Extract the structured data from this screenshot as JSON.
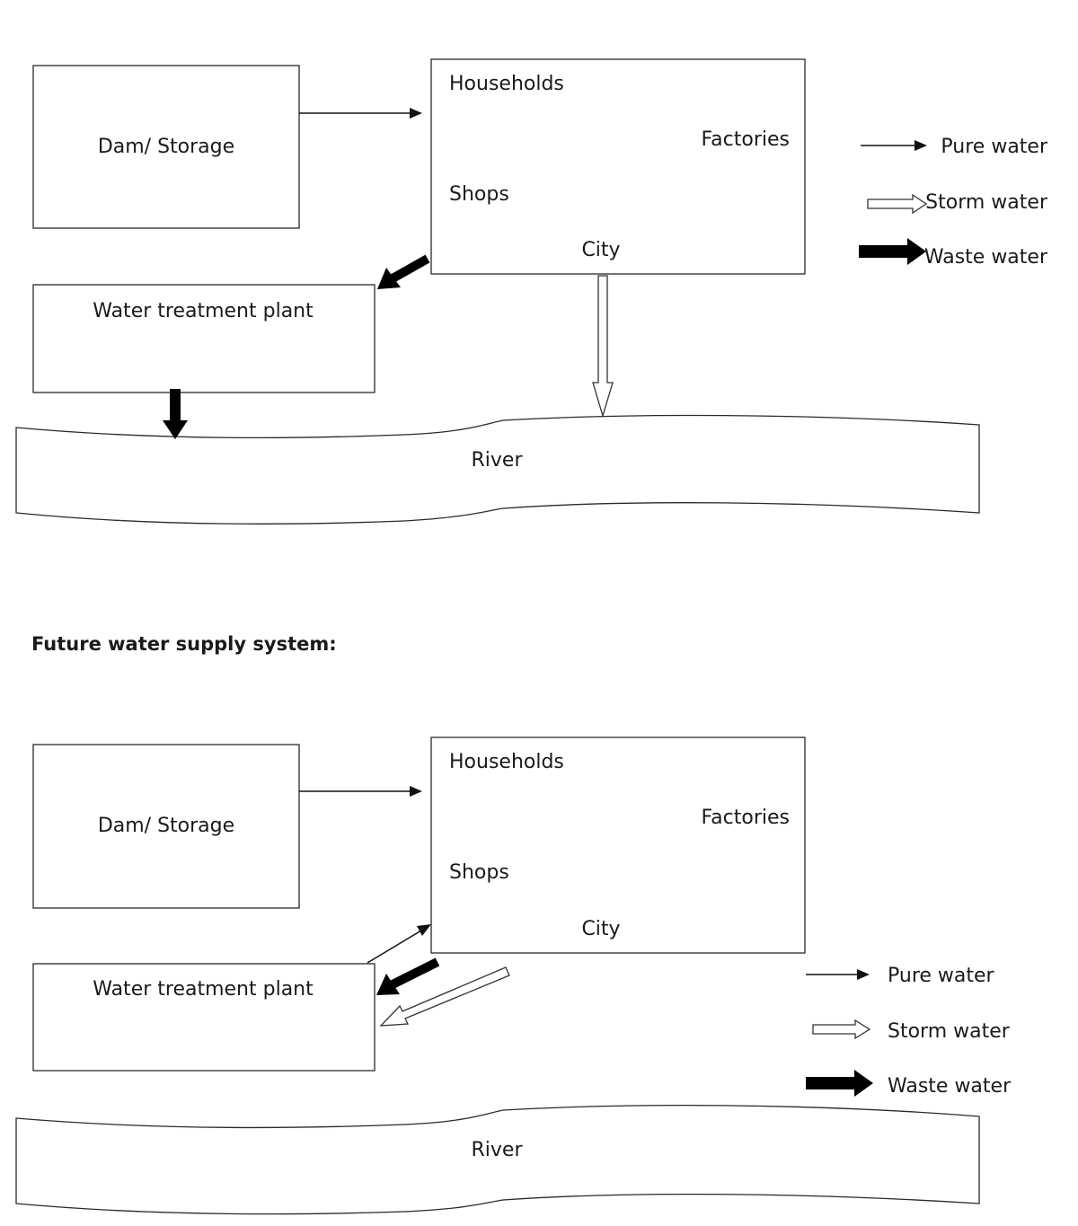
{
  "current": {
    "dam": "Dam/ Storage",
    "city_households": "Households",
    "city_factories": "Factories",
    "city_shops": "Shops",
    "city_label": "City",
    "treatment_plant": "Water treatment plant",
    "river": "River",
    "legend": {
      "pure": "Pure water",
      "storm": "Storm water",
      "waste": "Waste water"
    }
  },
  "future": {
    "heading": "Future water supply system:",
    "dam": "Dam/ Storage",
    "city_households": "Households",
    "city_factories": "Factories",
    "city_shops": "Shops",
    "city_label": "City",
    "treatment_plant": "Water treatment plant",
    "river": "River",
    "legend": {
      "pure": "Pure water",
      "storm": "Storm water",
      "waste": "Waste water"
    }
  }
}
